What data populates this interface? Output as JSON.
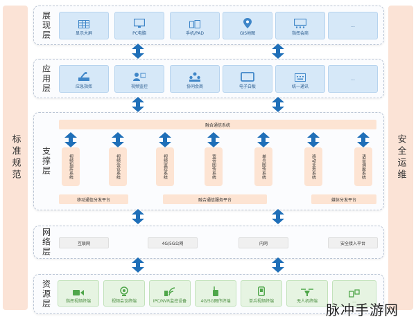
{
  "side_left": "标准规范",
  "side_right": "安全运维",
  "layers": {
    "presentation": {
      "title": "展现层",
      "items": [
        {
          "label": "显示大屏",
          "icon": "display-grid-icon"
        },
        {
          "label": "PC电脑",
          "icon": "monitor-icon"
        },
        {
          "label": "手机/PAD",
          "icon": "mobile-tablet-icon"
        },
        {
          "label": "GIS地图",
          "icon": "map-pin-icon"
        },
        {
          "label": "指挥会商",
          "icon": "command-screen-icon"
        },
        {
          "label": "...",
          "icon": ""
        }
      ]
    },
    "application": {
      "title": "应用层",
      "items": [
        {
          "label": "应急指挥",
          "icon": "command-icon"
        },
        {
          "label": "视频监控",
          "icon": "surveillance-icon"
        },
        {
          "label": "协同会商",
          "icon": "team-icon"
        },
        {
          "label": "电子白板",
          "icon": "whiteboard-icon"
        },
        {
          "label": "统一通讯",
          "icon": "keyboard-icon"
        },
        {
          "label": "...",
          "icon": ""
        }
      ]
    },
    "support": {
      "title": "支撑层",
      "top_bar": "融合通信系统",
      "systems": [
        "视频指挥系统",
        "视频会议系统",
        "视频监控系统",
        "宽带图传系统",
        "单兵图传系统",
        "移动业务系统",
        "语音调度系统"
      ],
      "platforms": [
        "移动通信分发平台",
        "融合通信服务平台",
        "媒体分发平台"
      ]
    },
    "network": {
      "title": "网络层",
      "items": [
        "互联网",
        "4G/5G公网",
        "内网",
        "安全接入平台"
      ]
    },
    "resource": {
      "title": "资源层",
      "items": [
        {
          "label": "指挥视频终端",
          "icon": "video-camera-icon"
        },
        {
          "label": "视频会议终端",
          "icon": "webcam-icon"
        },
        {
          "label": "IPC/NVR监控设备",
          "icon": "wireless-camera-icon"
        },
        {
          "label": "4G/5G图传终端",
          "icon": "radio-icon"
        },
        {
          "label": "单兵视频终端",
          "icon": "handheld-icon"
        },
        {
          "label": "无人机终端",
          "icon": "drone-icon"
        },
        {
          "label": "...",
          "icon": "device-icon"
        }
      ]
    }
  },
  "watermark": "脉冲手游网",
  "colors": {
    "card_blue": "#d6e8f8",
    "arrow_blue": "#1f6fb8",
    "peach": "#fde4d3",
    "green_card": "#e6f4e2",
    "icon_blue": "#3f86c8",
    "icon_green": "#4fa64a"
  }
}
